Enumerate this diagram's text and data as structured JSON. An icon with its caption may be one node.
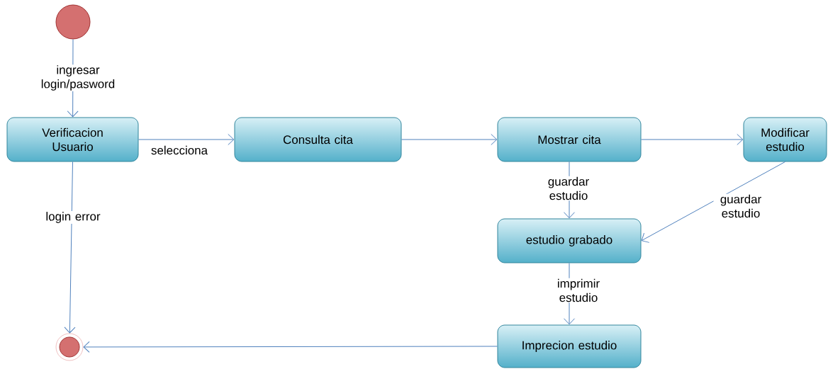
{
  "diagram": {
    "nodes": [
      {
        "text": [],
        "shape": "circle"
      },
      {
        "text": [
          "Verificacion Usuario"
        ]
      },
      {
        "text": [
          "Consulta cita"
        ]
      },
      {
        "text": [
          "Mostrar cita"
        ]
      },
      {
        "text": [
          "Modificar estudio"
        ]
      },
      {
        "text": [
          "estudio grabado"
        ]
      },
      {
        "text": [
          "Imprecion estudio"
        ]
      },
      {
        "text": [],
        "shape": "circle"
      }
    ],
    "edges": [
      {
        "from": 0,
        "to": 1,
        "arrow": "to",
        "label": "ingresar login/pasword"
      },
      {
        "from": 1,
        "to": 2,
        "arrow": "to",
        "label": "selecciona"
      },
      {
        "from": 2,
        "to": 3,
        "arrow": "to"
      },
      {
        "from": 3,
        "to": 4,
        "arrow": "to"
      },
      {
        "from": 3,
        "to": 5,
        "arrow": "to",
        "label": "guardar estudio"
      },
      {
        "from": 4,
        "to": 5,
        "arrow": "to",
        "label": "guardar estudio"
      },
      {
        "from": 5,
        "to": 6,
        "arrow": "to",
        "label": "imprimir estudio"
      },
      {
        "from": 6,
        "to": 7,
        "arrow": "to"
      },
      {
        "from": 1,
        "to": 7,
        "arrow": "to",
        "label": "login error"
      }
    ]
  }
}
